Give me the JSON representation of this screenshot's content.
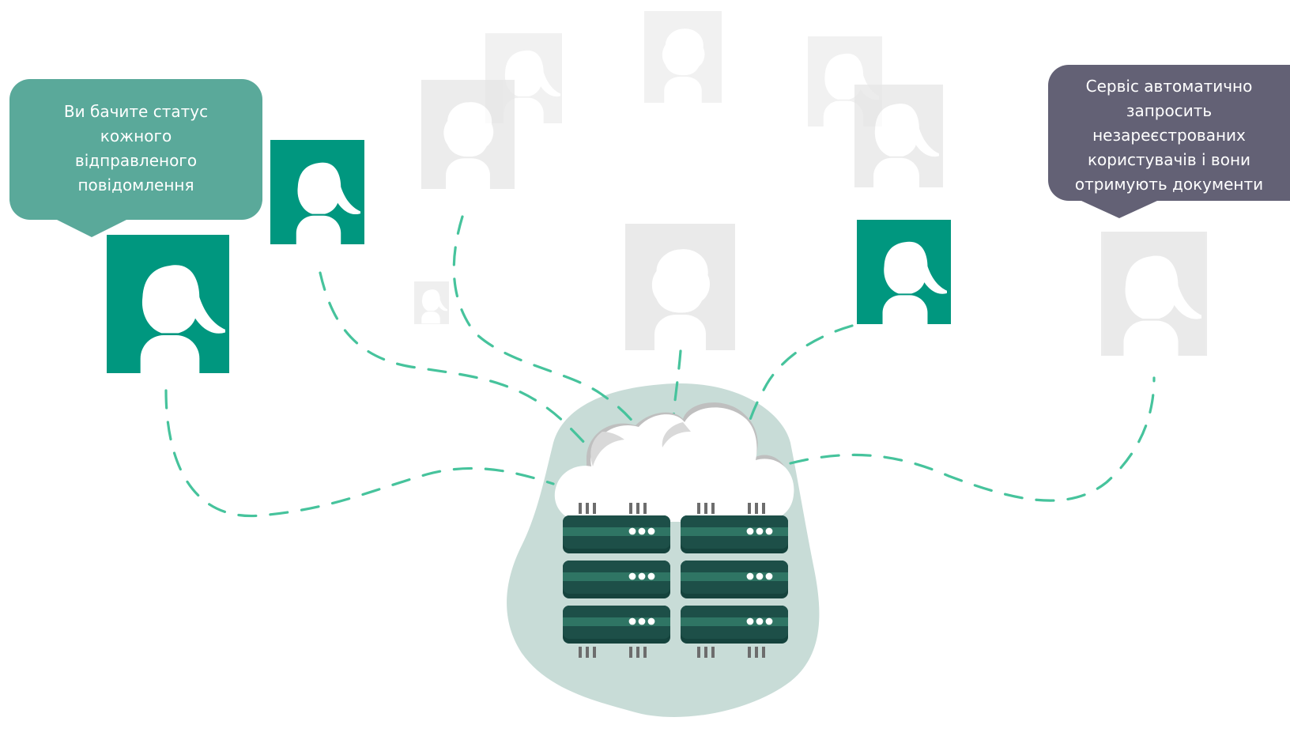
{
  "callouts": {
    "left": {
      "lines": [
        "Ви бачите статус",
        "кожного",
        "відправленого",
        "повідомлення"
      ],
      "color": "#5aa99a"
    },
    "right": {
      "lines": [
        "Сервіс автоматично",
        "запросить",
        "незареєстрованих",
        "користувачів і вони",
        "отримують документи"
      ],
      "color": "#636175"
    }
  },
  "colors": {
    "accent": "#00977f",
    "dashed_line": "#46c39c",
    "cloud_blob": "#c8dcd7",
    "server_dark": "#1d4f48",
    "server_stripe": "#2f7564",
    "placeholder_gray": "#e6e6e6"
  },
  "icons": {
    "user_avatar": "user-female-icon",
    "server": "server-rack-icon",
    "cloud": "cloud-icon"
  }
}
